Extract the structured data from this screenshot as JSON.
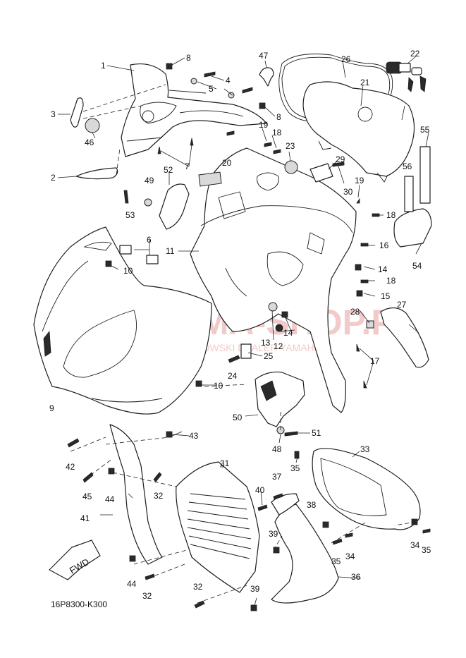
{
  "diagram": {
    "part_code": "16P8300-K300",
    "fwd_label": "FWD",
    "watermark": {
      "brand": "YAMA-SHOP.PL",
      "sub": "WOJCIECHOWSKI DEALER YAMAHA"
    },
    "labels": [
      "1",
      "2",
      "3",
      "4",
      "5",
      "6",
      "7",
      "8",
      "8",
      "9",
      "10",
      "10",
      "11",
      "12",
      "13",
      "14",
      "14",
      "15",
      "16",
      "17",
      "18",
      "18",
      "18",
      "19",
      "19",
      "20",
      "21",
      "22",
      "23",
      "24",
      "25",
      "26",
      "27",
      "28",
      "29",
      "30",
      "31",
      "32",
      "32",
      "32",
      "33",
      "34",
      "34",
      "35",
      "35",
      "35",
      "36",
      "37",
      "38",
      "39",
      "39",
      "40",
      "41",
      "42",
      "43",
      "44",
      "44",
      "45",
      "46",
      "47",
      "48",
      "49",
      "50",
      "51",
      "52",
      "53",
      "54",
      "55",
      "56"
    ]
  }
}
